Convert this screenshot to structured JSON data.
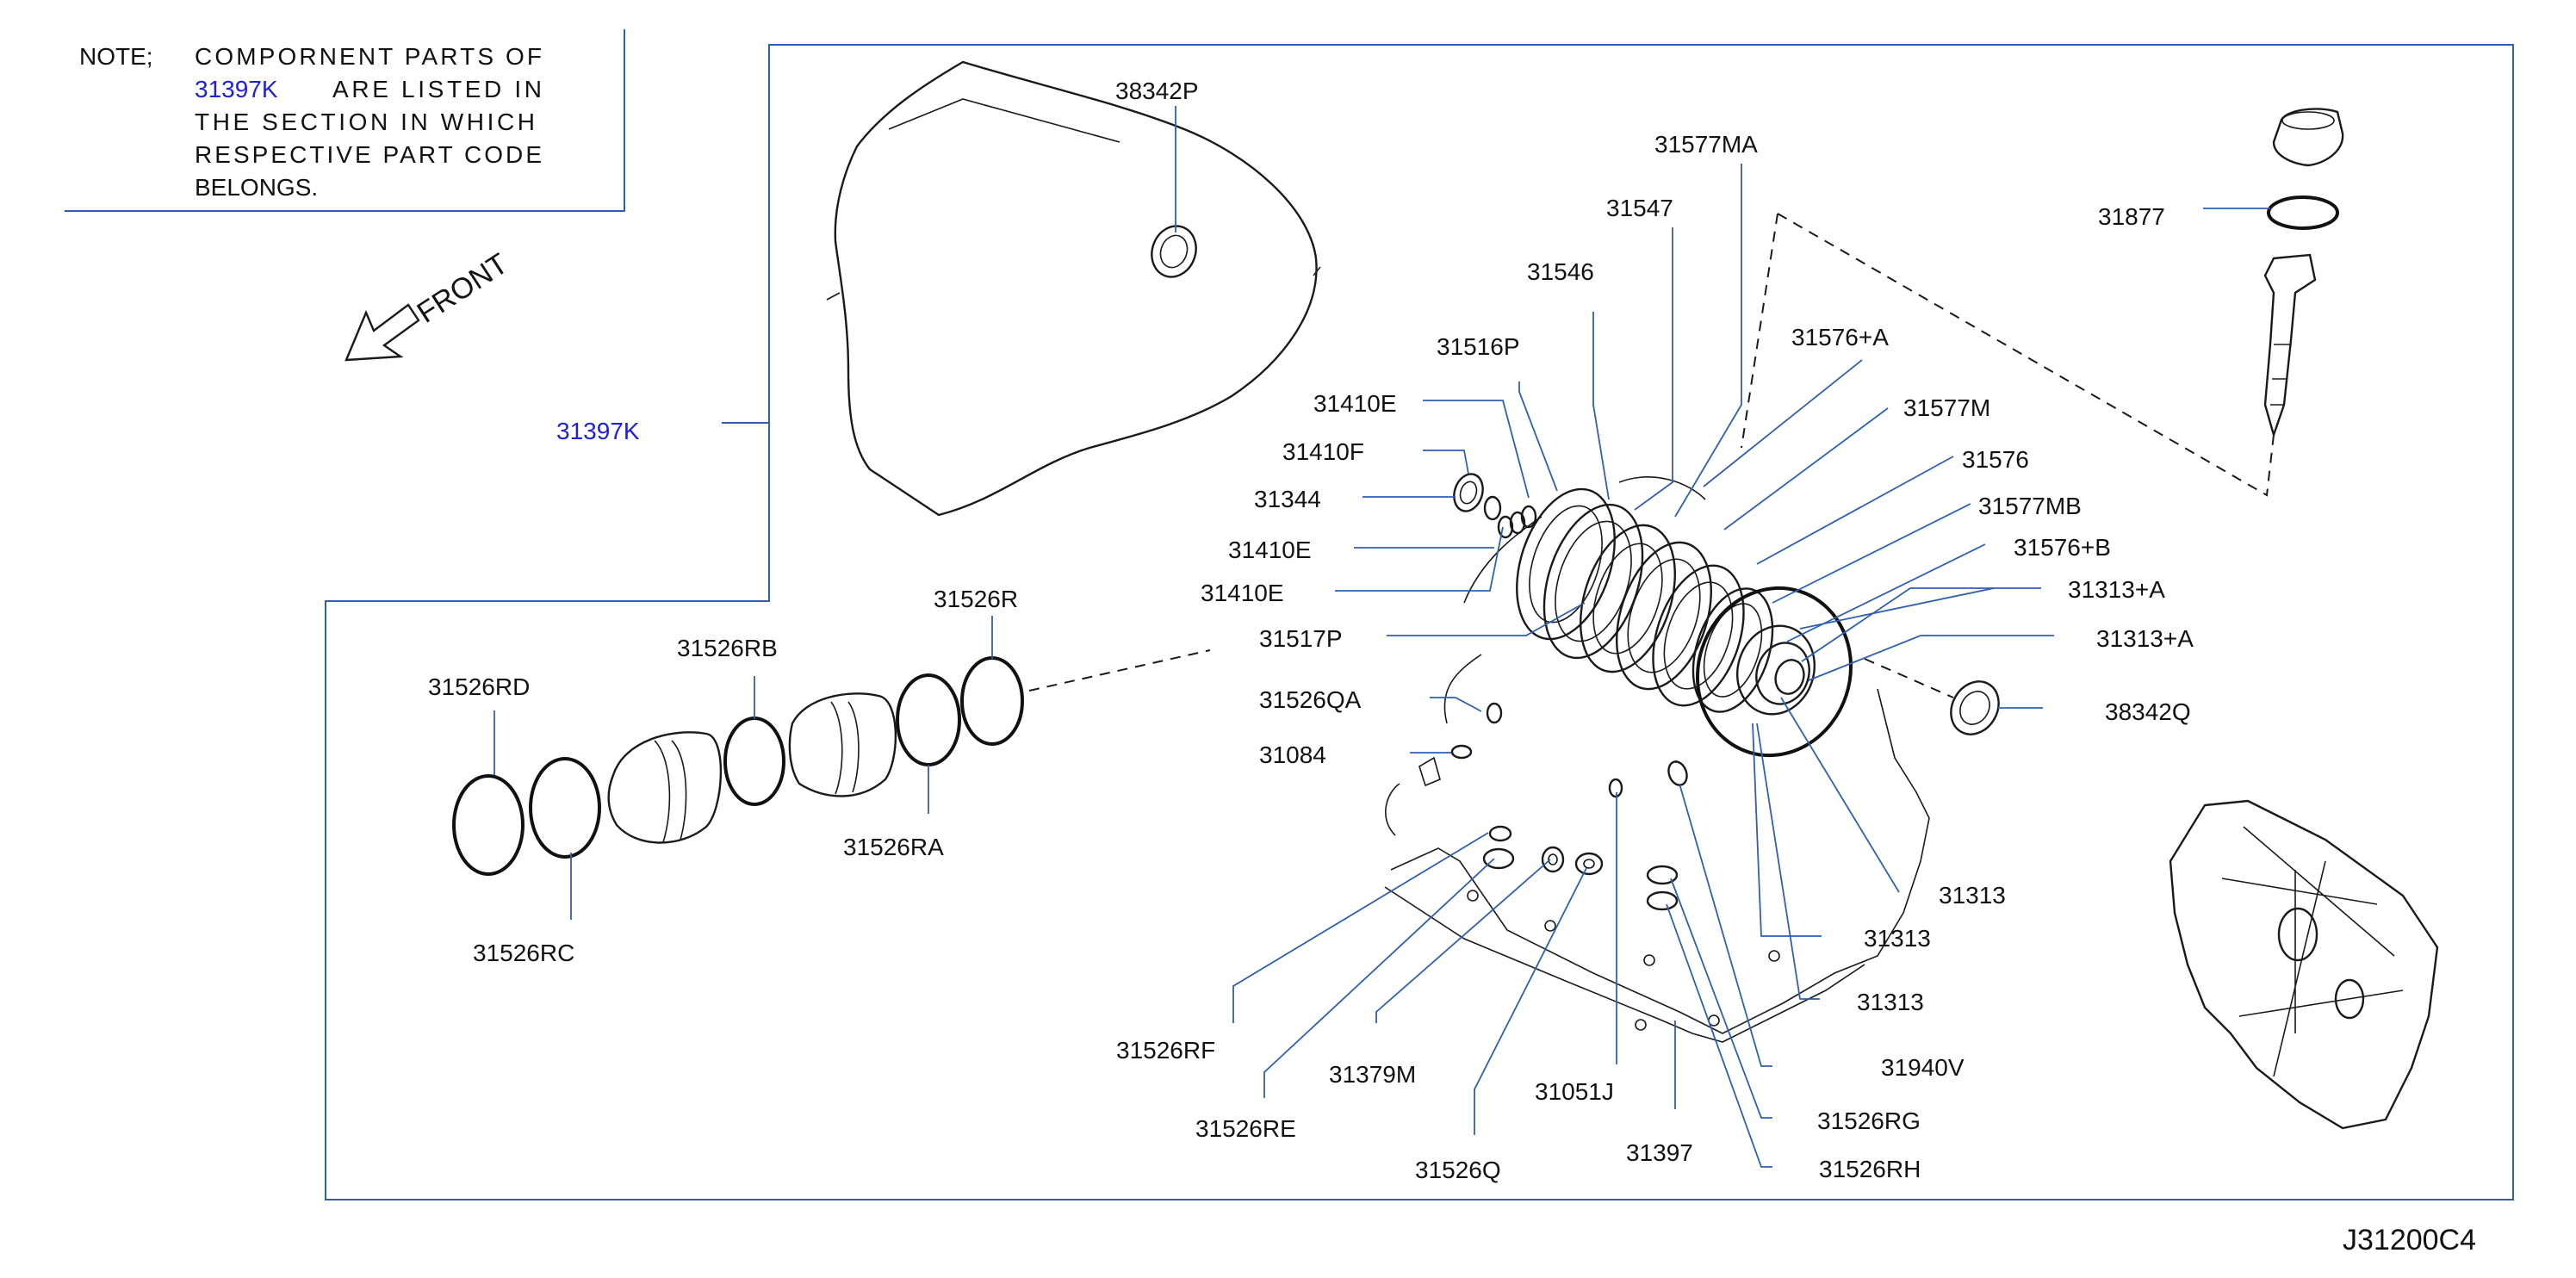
{
  "note": {
    "prefix": "NOTE;",
    "line1": "COMPORNENT PARTS OF",
    "link_code": "31397K",
    "line2_rest": "ARE LISTED IN",
    "line3": "THE SECTION IN WHICH",
    "line4": "RESPECTIVE PART CODE",
    "line5": "BELONGS."
  },
  "front_label": "FRONT",
  "assembly_link": "31397K",
  "diagram_code": "J31200C4",
  "colors": {
    "leader": "#2f5fb3",
    "link": "#1f1fd8",
    "ink": "#111111"
  },
  "parts": {
    "p38342P": "38342P",
    "p31577MA": "31577MA",
    "p31547": "31547",
    "p31546": "31546",
    "p31877": "31877",
    "p31516P": "31516P",
    "p31576A": "31576+A",
    "p31410E_1": "31410E",
    "p31577M": "31577M",
    "p31410F": "31410F",
    "p31576": "31576",
    "p31344": "31344",
    "p31577MB": "31577MB",
    "p31410E_2": "31410E",
    "p31576B": "31576+B",
    "p31410E_3": "31410E",
    "p31313A_1": "31313+A",
    "p31526R": "31526R",
    "p31517P": "31517P",
    "p31313A_2": "31313+A",
    "p31526RB": "31526RB",
    "p31526RD": "31526RD",
    "p31526QA": "31526QA",
    "p38342Q": "38342Q",
    "p31084": "31084",
    "p31526RA": "31526RA",
    "p31313_1": "31313",
    "p31526RC": "31526RC",
    "p31313_2": "31313",
    "p31313_3": "31313",
    "p31526RF": "31526RF",
    "p31940V": "31940V",
    "p31379M": "31379M",
    "p31051J": "31051J",
    "p31526RG": "31526RG",
    "p31526RE": "31526RE",
    "p31397": "31397",
    "p31526RH": "31526RH",
    "p31526Q": "31526Q"
  }
}
